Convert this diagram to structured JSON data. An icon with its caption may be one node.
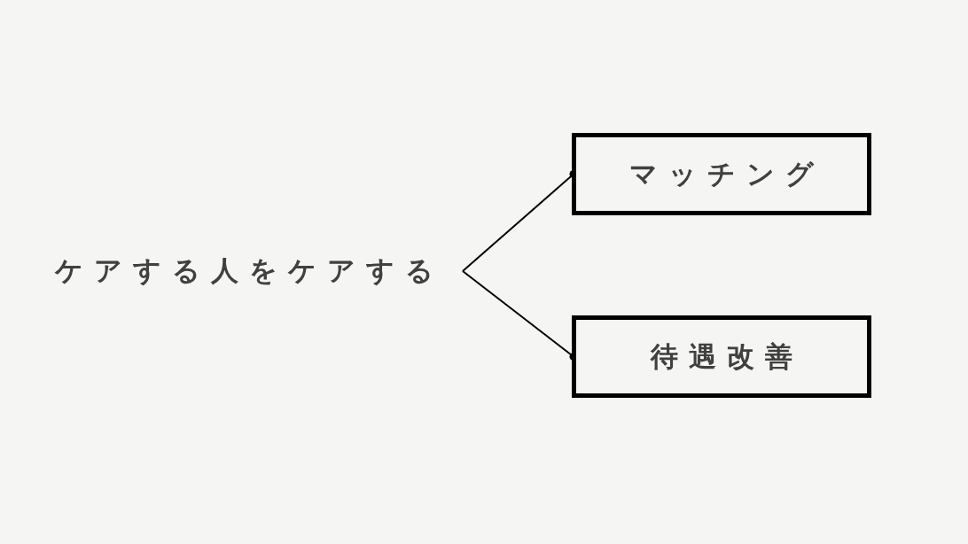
{
  "diagram": {
    "nodes": [
      {
        "text": [
          "ケアする人をケアする"
        ]
      },
      {
        "text": [
          "マッチング"
        ]
      },
      {
        "text": [
          "待遇改善"
        ]
      }
    ],
    "edges": [
      {
        "from": 0,
        "to": 1,
        "arrow": "other"
      },
      {
        "from": 0,
        "to": 2,
        "arrow": "other"
      }
    ]
  }
}
